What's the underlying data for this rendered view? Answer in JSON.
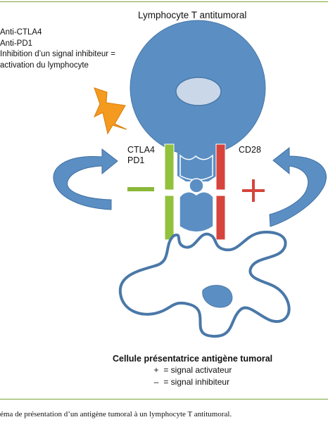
{
  "diagram": {
    "title": "Lymphocyte T antitumoral",
    "treatments": [
      "Anti-CTLA4",
      "Anti-PD1",
      "Inhibition d’un signal inhibiteur =",
      "activation du lymphocyte"
    ],
    "label_inhibitory_line1": "CTLA4",
    "label_inhibitory_line2": "PD1",
    "label_activating": "CD28",
    "apc_title": "Cellule présentatrice antigène tumoral",
    "legend": [
      {
        "symbol": "+",
        "text": "= signal activateur"
      },
      {
        "symbol": "–",
        "text": "= signal inhibiteur"
      }
    ],
    "caption": "éma de présentation d’un antigène tumoral à un lymphocyte T antitumoral.",
    "colors": {
      "cell_blue": "#5b8fc4",
      "nucleus": "#c9d7e9",
      "inhibitory_receptor": "#92c13c",
      "activating_receptor": "#d6443c",
      "lightning": "#f39a1f",
      "plus_sign": "#d6443c",
      "minus_sign": "#8ab839"
    },
    "icons": {
      "lightning": "lightning-bolt-icon",
      "arrow_left": "curved-arrow-left-icon",
      "arrow_right": "curved-arrow-right-icon"
    }
  }
}
